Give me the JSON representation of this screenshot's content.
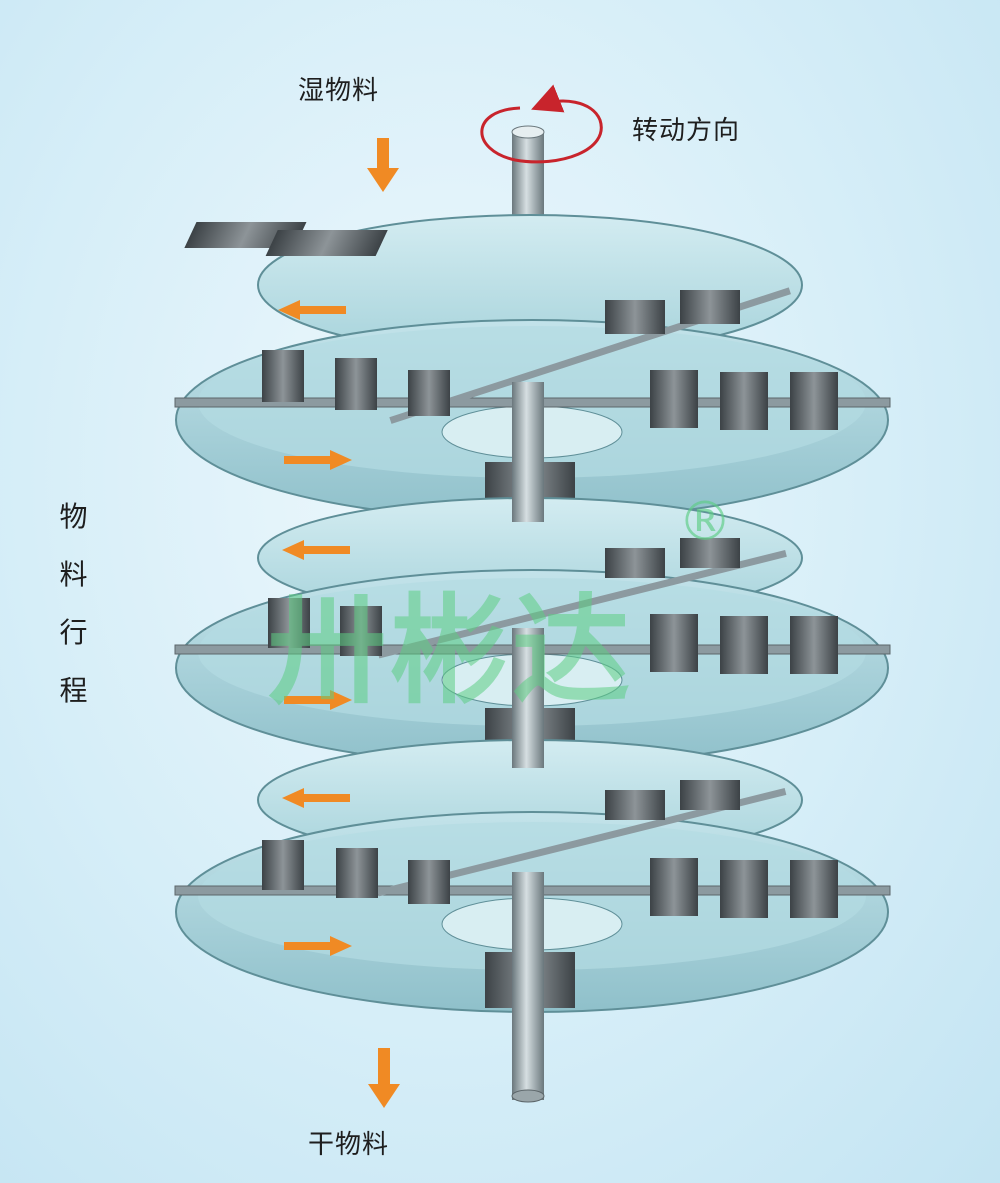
{
  "labels": {
    "wet_material": "湿物料",
    "rotation_direction": "转动方向",
    "material_path": "物料行程",
    "dry_material": "干物料"
  },
  "watermark": {
    "text": "卅彬达",
    "mark": "®"
  },
  "colors": {
    "tray_fill": "#a9d4dc",
    "tray_edge": "#5f8f98",
    "shaft": "#8c9aa0",
    "arrow": "#f08a24",
    "rotation_arrow": "#c8242c",
    "blade": "#4c5256"
  }
}
